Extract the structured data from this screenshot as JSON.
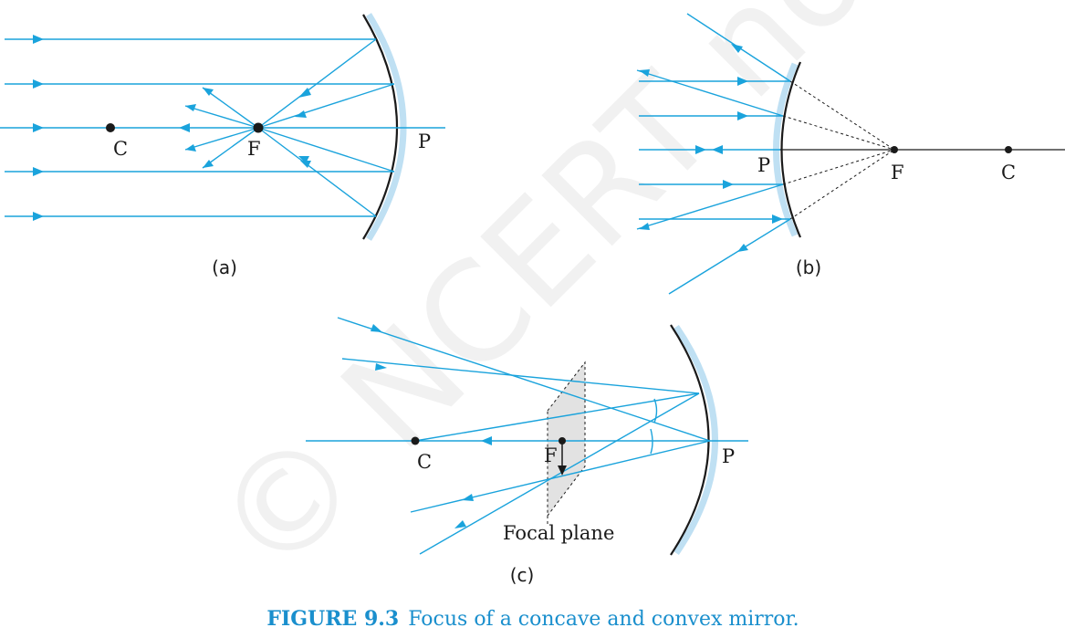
{
  "watermark": "© NCERT not to be republished",
  "panels": {
    "a": {
      "label": "(a)",
      "points": {
        "C": "C",
        "F": "F",
        "P": "P"
      }
    },
    "b": {
      "label": "(b)",
      "points": {
        "C": "C",
        "F": "F",
        "P": "P"
      }
    },
    "c": {
      "label": "(c)",
      "points": {
        "C": "C",
        "F": "F",
        "P": "P"
      },
      "plane_label": "Focal plane"
    }
  },
  "caption": {
    "number": "FIGURE 9.3",
    "text": "Focus of a concave and convex mirror."
  },
  "colors": {
    "ray": "#1aa3dc",
    "mirror_coating": "#bfe0f3",
    "caption": "#1a8fcd"
  }
}
